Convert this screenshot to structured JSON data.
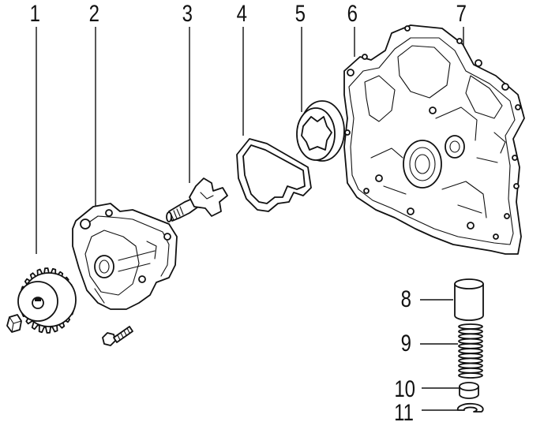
{
  "callouts": [
    {
      "label": "1"
    },
    {
      "label": "2"
    },
    {
      "label": "3"
    },
    {
      "label": "4"
    },
    {
      "label": "5"
    },
    {
      "label": "6"
    },
    {
      "label": "7"
    },
    {
      "label": "8"
    },
    {
      "label": "9"
    },
    {
      "label": "10"
    },
    {
      "label": "11"
    }
  ],
  "colors": {
    "line": "#111111",
    "background": "#ffffff"
  }
}
